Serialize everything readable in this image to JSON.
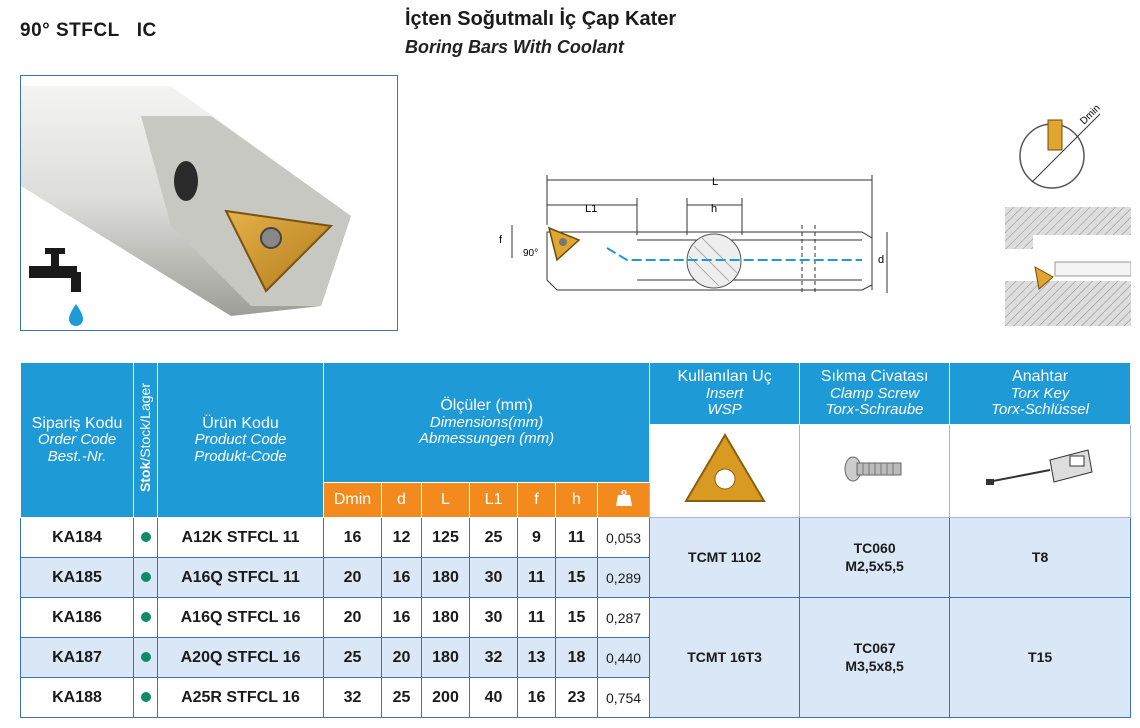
{
  "header": {
    "code_title": "90° STFCL   IC",
    "title_tr": "İçten Soğutmalı İç Çap Kater",
    "title_en": "Boring Bars With Coolant"
  },
  "drawing": {
    "labels": {
      "L": "L",
      "L1": "L1",
      "h": "h",
      "f": "f",
      "d": "d",
      "angle": "90°",
      "dmin": "Dmin"
    }
  },
  "table": {
    "headers": {
      "order_code": {
        "tr": "Sipariş Kodu",
        "en": "Order Code",
        "de": "Best.-Nr."
      },
      "stock": {
        "tr": "Stok",
        "en": "/Stock/Lager"
      },
      "product_code": {
        "tr": "Ürün Kodu",
        "en": "Product Code",
        "de": "Produkt-Code"
      },
      "dimensions": {
        "tr": "Ölçüler (mm)",
        "en": "Dimensions(mm)",
        "de": "Abmessungen (mm)"
      },
      "insert": {
        "tr": "Kullanılan Uç",
        "en": "Insert",
        "de": "WSP"
      },
      "clamp_screw": {
        "tr": "Sıkma Civatası",
        "en": "Clamp Screw",
        "de": "Torx-Schraube"
      },
      "key": {
        "tr": "Anahtar",
        "en": "Torx Key",
        "de": "Torx-Schlüssel"
      }
    },
    "dim_columns": [
      "Dmin",
      "d",
      "L",
      "L1",
      "f",
      "h"
    ],
    "rows": [
      {
        "order": "KA184",
        "product": "A12K STFCL 11",
        "dmin": "16",
        "d": "12",
        "L": "125",
        "L1": "25",
        "f": "9",
        "h": "11",
        "weight": "0,053"
      },
      {
        "order": "KA185",
        "product": "A16Q STFCL 11",
        "dmin": "20",
        "d": "16",
        "L": "180",
        "L1": "30",
        "f": "11",
        "h": "15",
        "weight": "0,289"
      },
      {
        "order": "KA186",
        "product": "A16Q STFCL 16",
        "dmin": "20",
        "d": "16",
        "L": "180",
        "L1": "30",
        "f": "11",
        "h": "15",
        "weight": "0,287"
      },
      {
        "order": "KA187",
        "product": "A20Q STFCL 16",
        "dmin": "25",
        "d": "20",
        "L": "180",
        "L1": "32",
        "f": "13",
        "h": "18",
        "weight": "0,440"
      },
      {
        "order": "KA188",
        "product": "A25R STFCL 16",
        "dmin": "32",
        "d": "25",
        "L": "200",
        "L1": "40",
        "f": "16",
        "h": "23",
        "weight": "0,754"
      }
    ],
    "groups": [
      {
        "insert": "TCMT 1102",
        "screw_line1": "TC060",
        "screw_line2": "M2,5x5,5",
        "key": "T8"
      },
      {
        "insert": "TCMT 16T3",
        "screw_line1": "TC067",
        "screw_line2": "M3,5x8,5",
        "key": "T15"
      }
    ]
  },
  "colors": {
    "header_blue": "#1e9ad6",
    "orange": "#f28a1e",
    "row_blue": "#d9e7f6",
    "stock_green": "#0f8a6a"
  }
}
